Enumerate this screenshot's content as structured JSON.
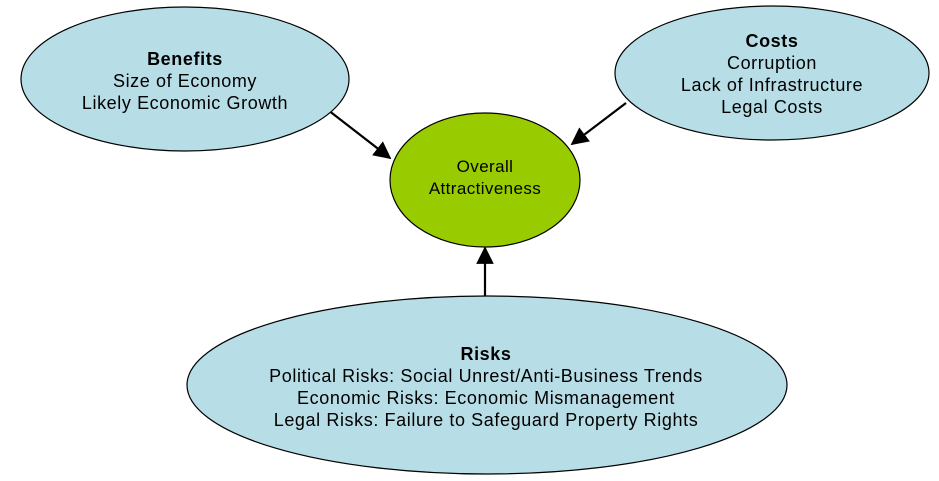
{
  "nodes": {
    "benefits": {
      "title": "Benefits",
      "lines": [
        "Size of Economy",
        "Likely Economic Growth"
      ]
    },
    "costs": {
      "title": "Costs",
      "lines": [
        "Corruption",
        "Lack of Infrastructure",
        "Legal Costs"
      ]
    },
    "center": {
      "lines": [
        "Overall",
        "Attractiveness"
      ]
    },
    "risks": {
      "title": "Risks",
      "lines": [
        "Political Risks: Social Unrest/Anti-Business Trends",
        "Economic Risks: Economic Mismanagement",
        "Legal Risks: Failure to Safeguard Property Rights"
      ]
    }
  },
  "colors": {
    "outer_fill": "#b7dde6",
    "center_fill": "#99cc00",
    "stroke": "#000000",
    "text": "#000000"
  }
}
